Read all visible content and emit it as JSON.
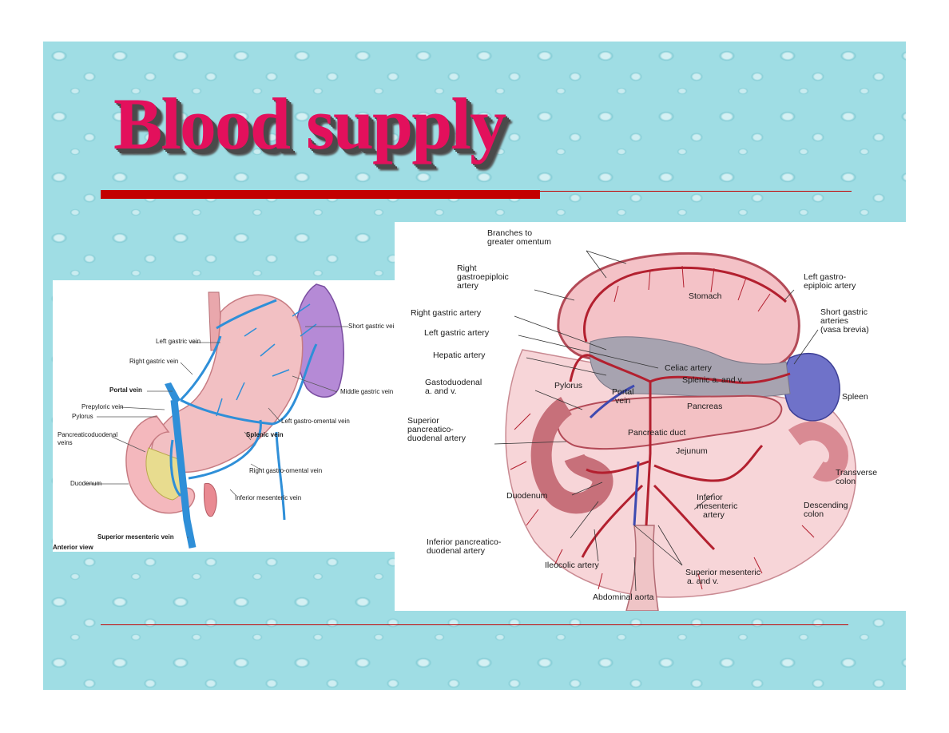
{
  "slide": {
    "title": "Blood supply",
    "colors": {
      "title": "#e3105c",
      "title_shadow": "#4a4a4a",
      "rule": "#c30000",
      "background": "#9fdde4"
    }
  },
  "left_figure": {
    "labels": {
      "left_gastric_vein": "Left gastric vein",
      "short_gastric_vein": "Short gastric vein",
      "right_gastric_vein": "Right gastric vein",
      "portal_vein": "Portal vein",
      "middle_gastric_vein": "Middle gastric vein",
      "prepyloric_vein": "Prepyloric vein",
      "pylorus": "Pylorus",
      "left_gastro_omental_vein": "Left gastro-omental vein",
      "pancreaticoduodenal_veins_1": "Pancreaticoduodenal",
      "pancreaticoduodenal_veins_2": "veins",
      "splenic_vein": "Splenic vein",
      "right_gastro_omental_vein": "Right gastro-omental vein",
      "duodenum": "Duodenum",
      "inferior_mesenteric_vein": "Inferior mesenteric vein",
      "superior_mesenteric_vein": "Superior mesenteric vein",
      "anterior_view": "Anterior view"
    }
  },
  "right_figure": {
    "labels": {
      "branches_1": "Branches to",
      "branches_2": "greater omentum",
      "rgea_1": "Right",
      "rgea_2": "gastroepiploic",
      "rgea_3": "artery",
      "lgea_1": "Left gastro-",
      "lgea_2": "epiploic artery",
      "stomach": "Stomach",
      "right_gastric_artery": "Right gastric artery",
      "sga_1": "Short gastric",
      "sga_2": "arteries",
      "sga_3": "(vasa brevia)",
      "left_gastric_artery": "Left gastric artery",
      "hepatic_artery": "Hepatic artery",
      "celiac_artery": "Celiac artery",
      "splenic_a_v": "Splenic a. and v.",
      "gasto_1": "Gastoduodenal",
      "gasto_2": "a. and v.",
      "pylorus": "Pylorus",
      "portal_vein_1": "Portal",
      "portal_vein_2": "vein",
      "spleen": "Spleen",
      "pancreas": "Pancreas",
      "spda_1": "Superior",
      "spda_2": "pancreatico-",
      "spda_3": "duodenal  artery",
      "pancreatic_duct": "Pancreatic duct",
      "jejunum": "Jejunum",
      "transverse_1": "Transverse",
      "transverse_2": "colon",
      "duodenum": "Duodenum",
      "ima_1": "Inferior",
      "ima_2": "mesenteric",
      "ima_3": "artery",
      "descending_1": "Descending",
      "descending_2": "colon",
      "ipda_1": "Inferior pancreatico-",
      "ipda_2": "duodenal artery",
      "ileocolic_artery": "Ileocolic artery",
      "sma_1": "Superior mesenteric",
      "sma_2": "a. and v.",
      "abdominal_aorta": "Abdominal aorta"
    }
  }
}
